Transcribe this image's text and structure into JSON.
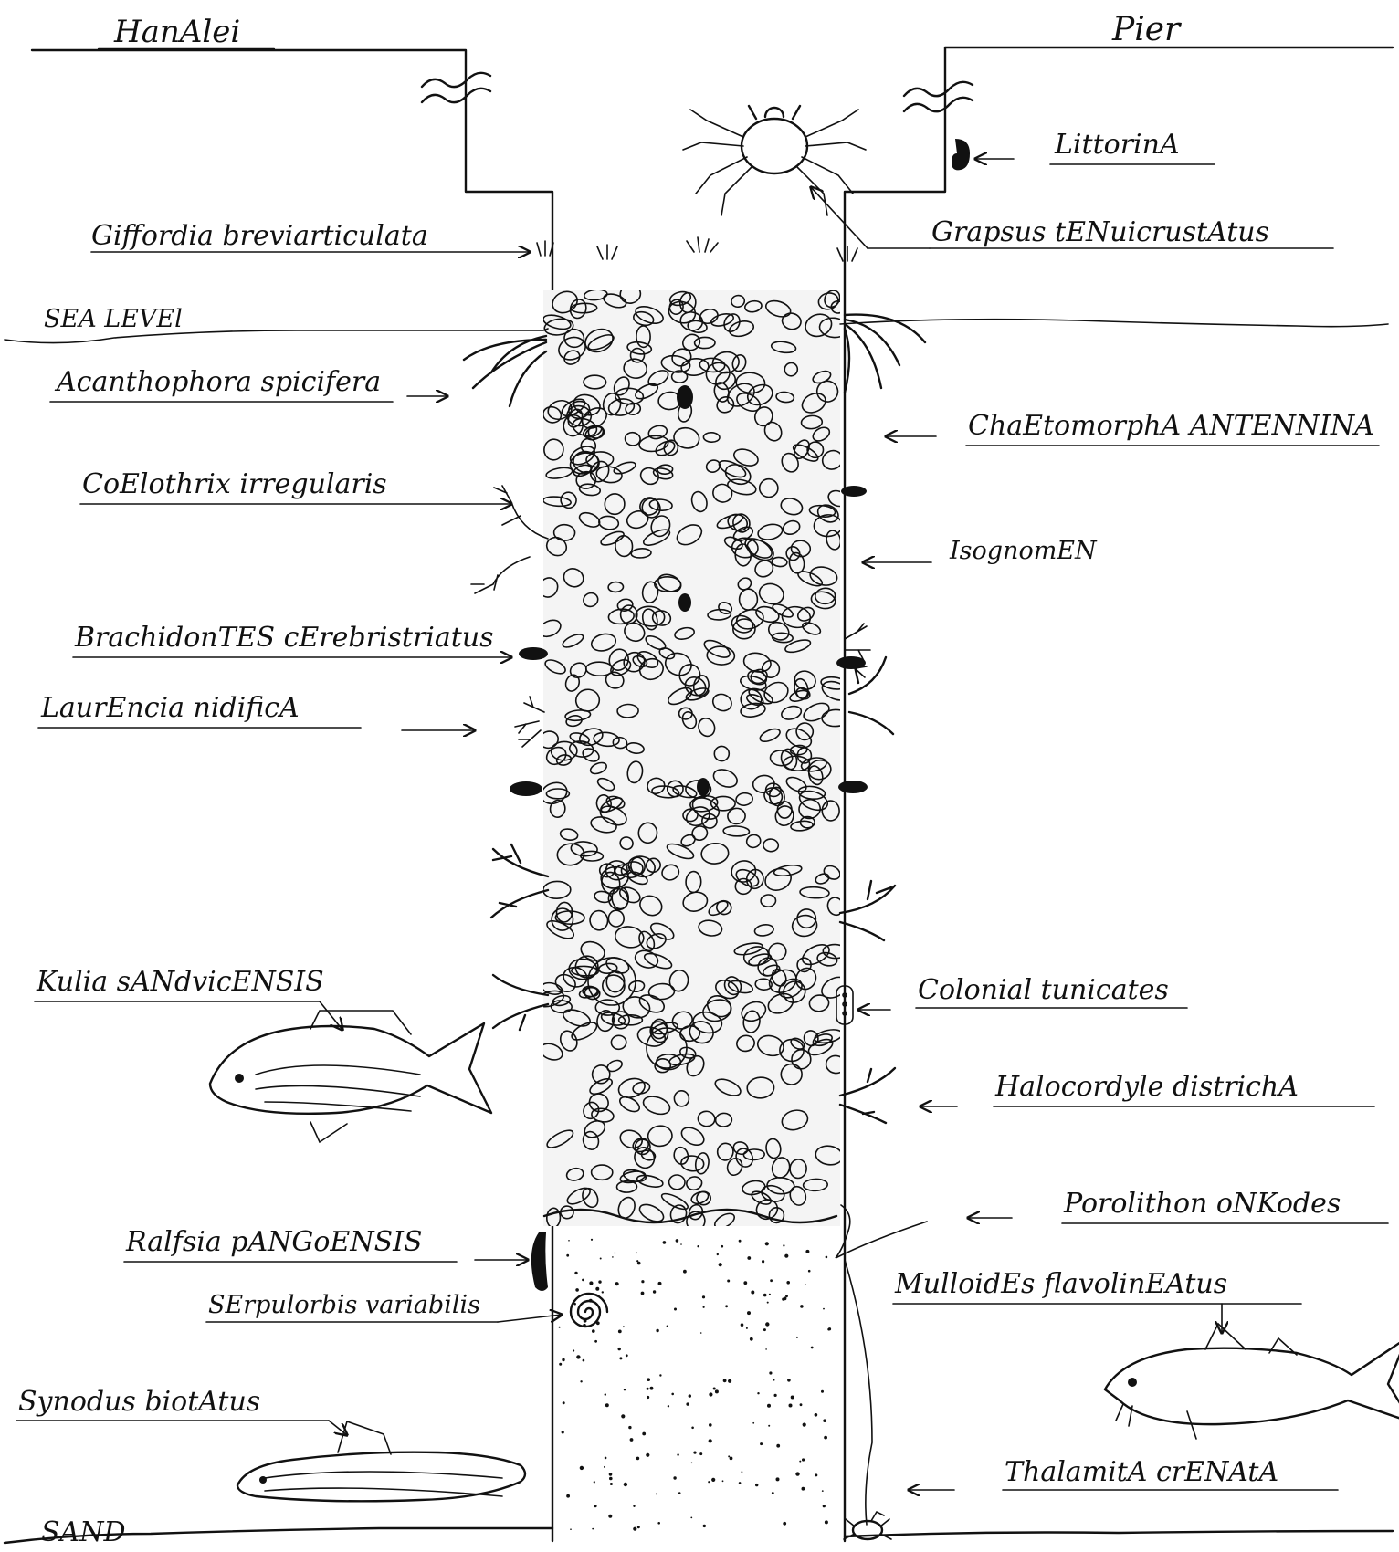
{
  "title_left": "HanAlei",
  "title_right": "Pier",
  "zone_labels": {
    "sea_level": "SEA LEVEl",
    "sand": "SAND"
  },
  "labels_left": [
    "Giffordia breviarticulata",
    "Acanthophora spicifera",
    "CoElothrix irregularis",
    "BrachidonTES cErebristriatus",
    "LaurEncia nidificA",
    "Kulia sANdvicENSIS",
    "Ralfsia pANGoENSIS",
    "SErpulorbis variabilis",
    "Synodus biotAtus"
  ],
  "labels_right": [
    "LittorinA",
    "Grapsus tENuicrustAtus",
    "ChaEtomorphA ANTENNINA",
    "IsognomEN",
    "Colonial tunicates",
    "Halocordyle districhA",
    "Porolithon oNKodes",
    "MulloidEs flavolinEAtus",
    "ThalamitA crENAtA"
  ],
  "colors": {
    "ink": "#111111",
    "paper": "#ffffff"
  }
}
